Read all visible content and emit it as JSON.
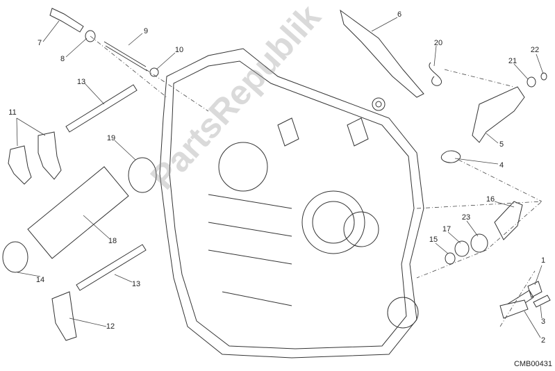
{
  "diagram": {
    "type": "exploded-parts-diagram",
    "watermark": "PartsRepublik",
    "diagram_code": "CMB00431",
    "callouts": [
      "7",
      "8",
      "9",
      "10",
      "13",
      "11",
      "19",
      "18",
      "14",
      "13",
      "12",
      "6",
      "20",
      "21",
      "22",
      "5",
      "4",
      "16",
      "23",
      "17",
      "15",
      "1",
      "3",
      "2"
    ]
  }
}
